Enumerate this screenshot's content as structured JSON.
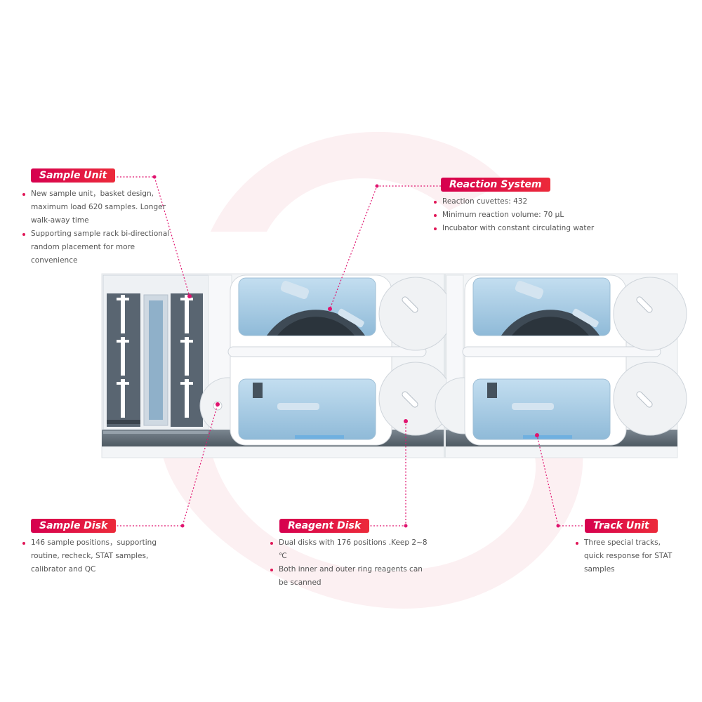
{
  "colors": {
    "accent": "#e01556",
    "leader": "#e0146f",
    "glass": "#a9cde6",
    "panel": "#f4f6f8",
    "track": "#5f6b76"
  },
  "callouts": {
    "sample_unit": {
      "title": "Sample Unit",
      "items": [
        "New sample unit，basket design, maximum load 620 samples. Longer walk-away time",
        "Supporting sample rack bi-directional random placement for more convenience"
      ]
    },
    "reaction_system": {
      "title": "Reaction System",
      "items": [
        "Reaction cuvettes: 432",
        "Minimum reaction volume: 70 µL",
        "Incubator with constant circulating water"
      ]
    },
    "sample_disk": {
      "title": "Sample Disk",
      "items": [
        "146 sample positions，supporting routine, recheck, STAT samples, calibrator and QC"
      ]
    },
    "reagent_disk": {
      "title": "Reagent Disk",
      "items": [
        "Dual disks with 176 positions .Keep 2~8 ℃",
        "Both inner and outer ring reagents can be scanned"
      ]
    },
    "track_unit": {
      "title": "Track Unit",
      "items": [
        "Three special tracks, quick response for STAT samples"
      ]
    }
  }
}
